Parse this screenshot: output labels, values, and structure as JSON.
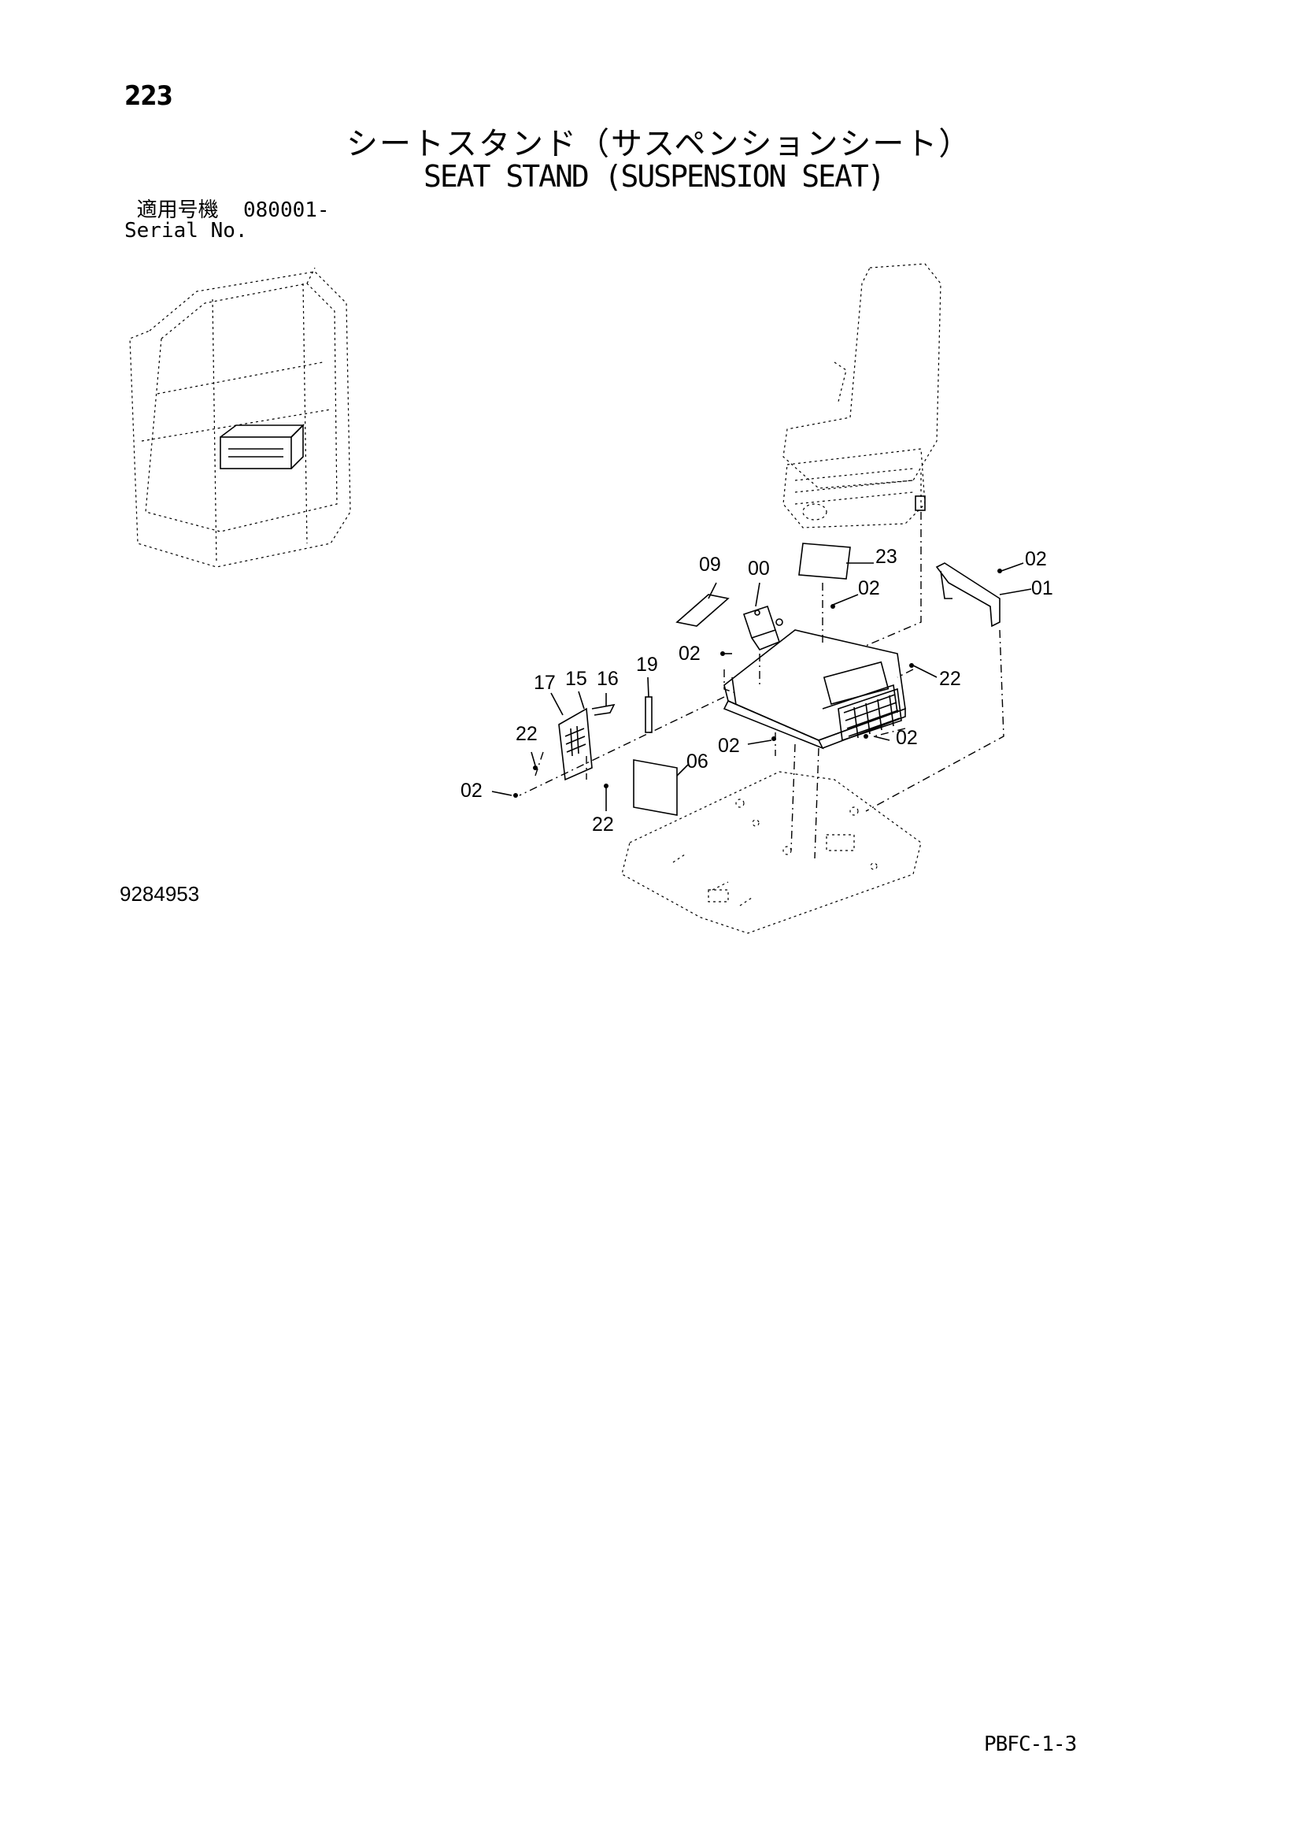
{
  "page_number": "223",
  "title_jp": "シートスタンド（サスペンションシート）",
  "title_en": "SEAT STAND (SUSPENSION SEAT)",
  "serial": {
    "jp_label": "適用号機",
    "range": "080001-",
    "en_label": "Serial No."
  },
  "callouts": {
    "c09": "09",
    "c00": "00",
    "c23": "23",
    "c02_top": "02",
    "c01": "01",
    "c02_mid": "02",
    "c02_left": "02",
    "c22_right": "22",
    "c17": "17",
    "c15": "15",
    "c16": "16",
    "c19": "19",
    "c22_left": "22",
    "c02_center": "02",
    "c02_right": "02",
    "c06": "06",
    "c02_bottom": "02",
    "c22_bottom": "22"
  },
  "drawing_number": "9284953",
  "footer_code": "PBFC-1-3"
}
